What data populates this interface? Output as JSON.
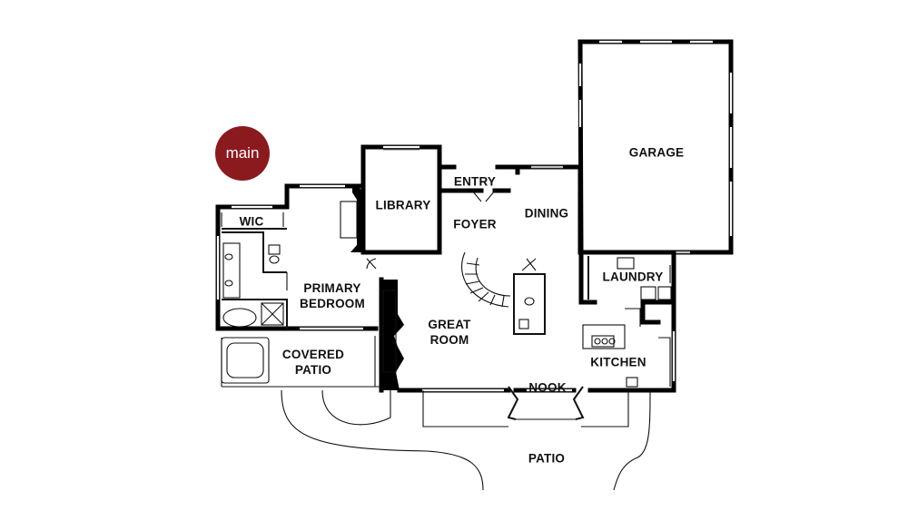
{
  "level_badge": {
    "label": "main",
    "color": "#8b1a1f"
  },
  "rooms": {
    "garage": "GARAGE",
    "entry": "ENTRY",
    "dining": "DINING",
    "library": "LIBRARY",
    "foyer": "FOYER",
    "wic": "WIC",
    "primary_bedroom": "PRIMARY\nBEDROOM",
    "laundry": "LAUNDRY",
    "great_room": "GREAT\nROOM",
    "covered_patio": "COVERED\nPATIO",
    "kitchen": "KITCHEN",
    "nook": "NOOK",
    "patio": "PATIO"
  }
}
